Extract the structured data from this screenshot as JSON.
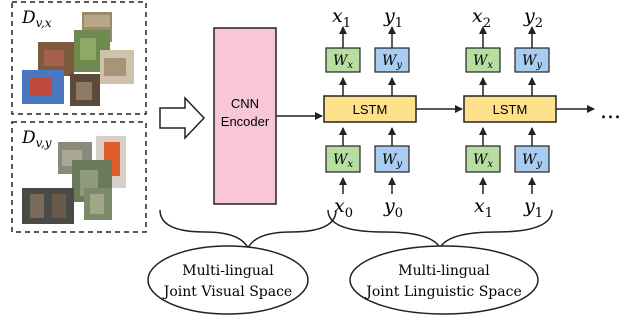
{
  "datasets": {
    "top": {
      "symbol": "D",
      "subscript": "v,x"
    },
    "bottom": {
      "symbol": "D",
      "subscript": "v,y"
    }
  },
  "encoder": {
    "line1": "CNN",
    "line2": "Encoder"
  },
  "lstm": {
    "label": "LSTM"
  },
  "weights": {
    "wx_base": "W",
    "wx_sub": "x",
    "wy_base": "W",
    "wy_sub": "y"
  },
  "outputs": {
    "step1": {
      "x_base": "x",
      "x_sub": "1",
      "y_base": "y",
      "y_sub": "1"
    },
    "step2": {
      "x_base": "x",
      "x_sub": "2",
      "y_base": "y",
      "y_sub": "2"
    }
  },
  "inputs": {
    "step1": {
      "x_base": "x",
      "x_sub": "0",
      "y_base": "y",
      "y_sub": "0"
    },
    "step2": {
      "x_base": "x",
      "x_sub": "1",
      "y_base": "y",
      "y_sub": "1"
    }
  },
  "continuation": "...",
  "spaces": {
    "visual": {
      "line1": "Multi-lingual",
      "line2": "Joint Visual Space"
    },
    "linguistic": {
      "line1": "Multi-lingual",
      "line2": "Joint Linguistic Space"
    }
  },
  "colors": {
    "encoder_fill": "#f7c6d8",
    "lstm_fill": "#fde08a",
    "wx_fill": "#b6dea0",
    "wy_fill": "#a9cdf0",
    "stroke": "#222222"
  }
}
